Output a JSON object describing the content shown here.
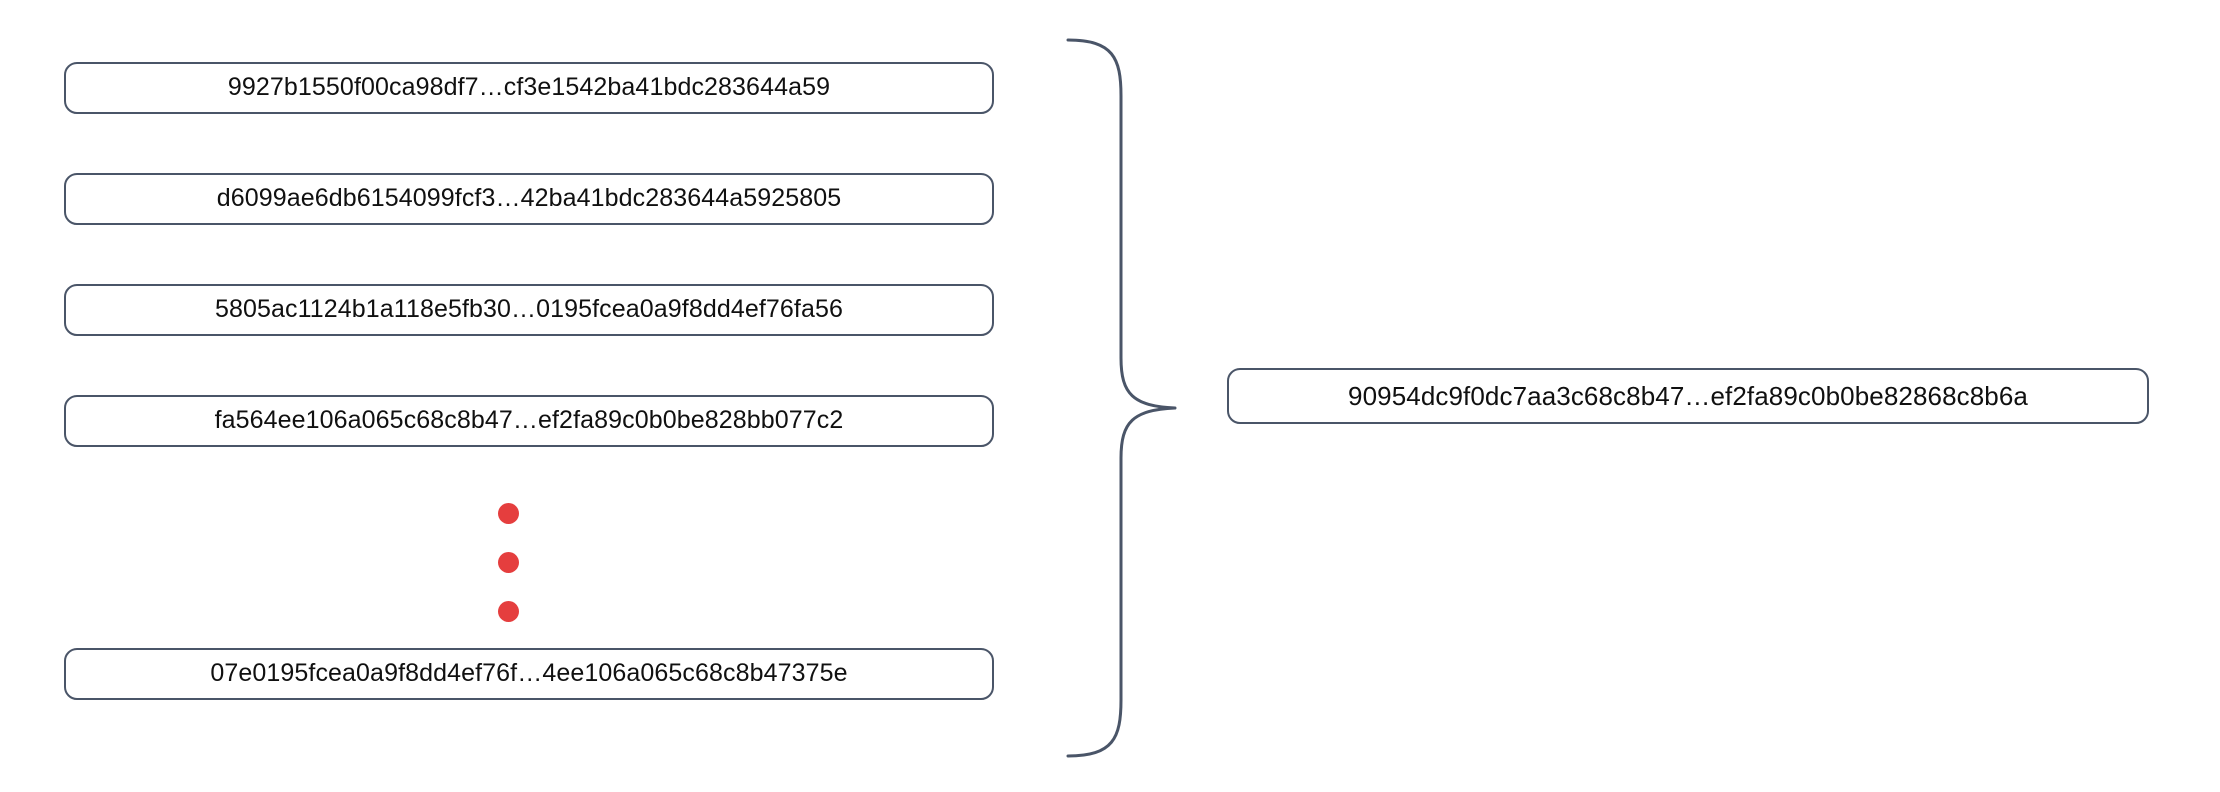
{
  "diagram": {
    "type": "aggregation-brace",
    "title": "",
    "accent_color": "#4a5568",
    "dot_color": "#e53e3e",
    "text_color": "#101010",
    "background_color": "#ffffff"
  },
  "inputs": {
    "label": "input-hash-list",
    "items": [
      {
        "id": "input-0",
        "text": "9927b1550f00ca98df7…cf3e1542ba41bdc283644a59"
      },
      {
        "id": "input-1",
        "text": "d6099ae6db6154099fcf3…42ba41bdc283644a5925805"
      },
      {
        "id": "input-2",
        "text": "5805ac1124b1a118e5fb30…0195fcea0a9f8dd4ef76fa56"
      },
      {
        "id": "input-3",
        "text": "fa564ee106a065c68c8b47…ef2fa89c0b0be828bb077c2"
      },
      {
        "id": "input-last",
        "text": "07e0195fcea0a9f8dd4ef76f…4ee106a065c68c8b47375e"
      }
    ],
    "continuation": {
      "icon": "vertical-ellipsis-icon",
      "dots": [
        "dot",
        "dot",
        "dot"
      ]
    }
  },
  "brace": {
    "icon": "curly-brace-icon",
    "orientation": "right-pointing"
  },
  "output": {
    "label": "aggregated-hash",
    "text": "90954dc9f0dc7aa3c68c8b47…ef2fa89c0b0be82868c8b6a"
  }
}
